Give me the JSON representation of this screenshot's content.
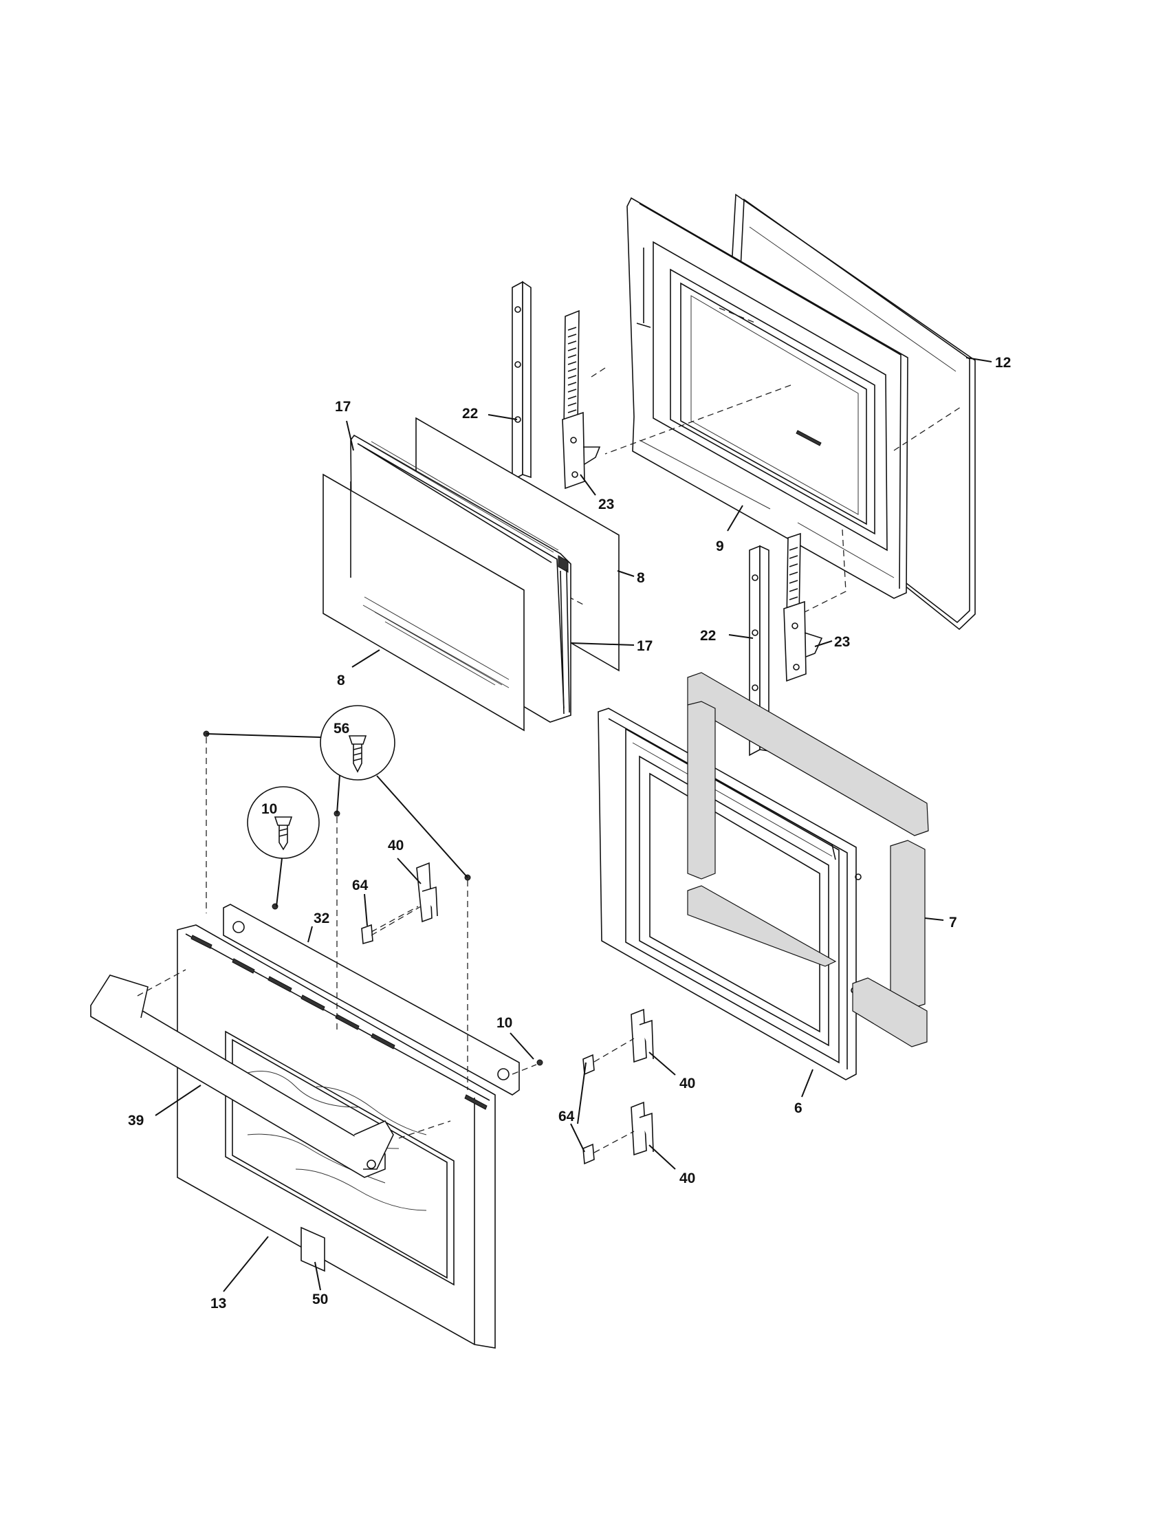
{
  "diagram": {
    "callouts": {
      "c6": "6",
      "c7": "7",
      "c8a": "8",
      "c8b": "8",
      "c9": "9",
      "c10a": "10",
      "c10b": "10",
      "c12": "12",
      "c13": "13",
      "c17a": "17",
      "c17b": "17",
      "c22a": "22",
      "c22b": "22",
      "c23a": "23",
      "c23b": "23",
      "c32": "32",
      "c39": "39",
      "c40a": "40",
      "c40b": "40",
      "c40c": "40",
      "c50": "50",
      "c56": "56",
      "c64a": "64",
      "c64b": "64"
    }
  }
}
